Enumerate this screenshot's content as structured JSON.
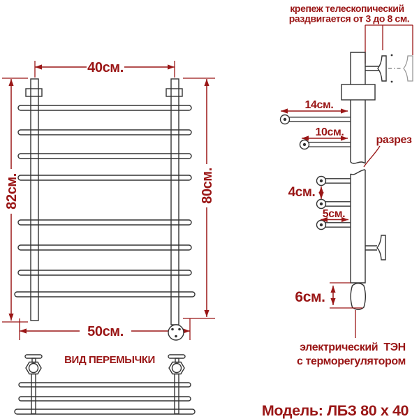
{
  "colors": {
    "accent_red": "#9a1616",
    "line_dark": "#333333",
    "ghost_gray": "#999999",
    "background": "#ffffff"
  },
  "front_view": {
    "dim_top": "40см.",
    "dim_left": "82см.",
    "dim_right": "80см.",
    "dim_bottom": "50см."
  },
  "side_view": {
    "note_line1": "крепеж телескопический",
    "note_line2": "раздвигается от 3 до 8 см.",
    "dim_upper_rung": "14см.",
    "dim_second_rung": "10см.",
    "dim_rung_gap": "4см.",
    "dim_rung_offset": "5см.",
    "dim_heater": "6см.",
    "section_label": "разрез",
    "heater_line1": "электрический  ТЭН",
    "heater_line2": "с терморегулятором"
  },
  "crossbar_view": {
    "title": "ВИД ПЕРЕМЫЧКИ"
  },
  "footer": {
    "model": "Модель: ЛБЗ 80 х 40"
  }
}
